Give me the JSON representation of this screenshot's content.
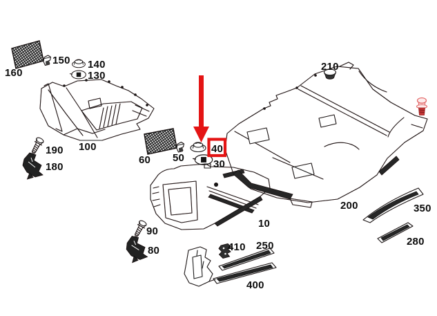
{
  "diagram": {
    "kind": "vehicle-floor-covering-parts-diagram",
    "background": "#ffffff"
  },
  "colors": {
    "line": "#1b1b1b",
    "accent": "#e41414",
    "screw_red": "#c23535"
  },
  "highlight": {
    "boxed_part": "40",
    "arrow_target_part": "40"
  },
  "parts": [
    {
      "label": "160",
      "type": "insulation-pad"
    },
    {
      "label": "150",
      "type": "clip"
    },
    {
      "label": "140",
      "type": "grommet"
    },
    {
      "label": "130",
      "type": "plug"
    },
    {
      "label": "100",
      "type": "floor-mat"
    },
    {
      "label": "190",
      "type": "screw"
    },
    {
      "label": "180",
      "type": "bracket"
    },
    {
      "label": "60",
      "type": "insulation-pad"
    },
    {
      "label": "50",
      "type": "clip"
    },
    {
      "label": "40",
      "type": "grommet"
    },
    {
      "label": "30",
      "type": "plug"
    },
    {
      "label": "10",
      "type": "floor-mat"
    },
    {
      "label": "90",
      "type": "screw"
    },
    {
      "label": "80",
      "type": "bracket"
    },
    {
      "label": "210",
      "type": "clip"
    },
    {
      "label": "200",
      "type": "floor-carpet"
    },
    {
      "label": "350",
      "type": "sill-strip"
    },
    {
      "label": "280",
      "type": "sill-strip"
    },
    {
      "label": "410",
      "type": "clip"
    },
    {
      "label": "250",
      "type": "sill-strip"
    },
    {
      "label": "400",
      "type": "sill-strip"
    }
  ]
}
